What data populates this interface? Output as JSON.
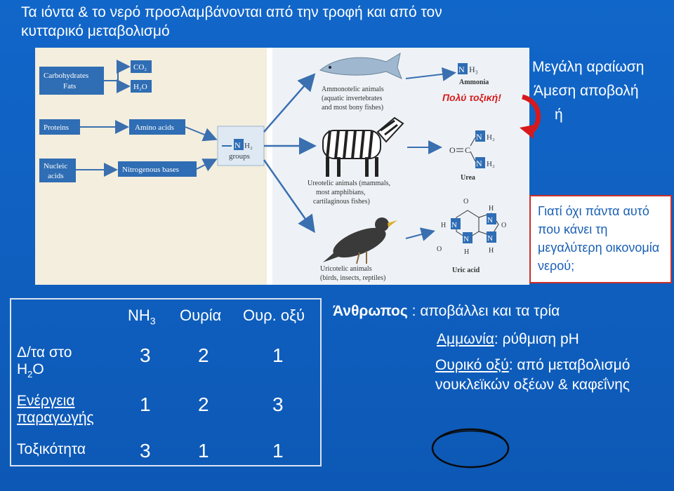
{
  "slide_title": "Τα ιόντα & το νερό προσλαμβάνονται από την τροφή και από τον κυτταρικό μεταβολισμό",
  "diagram": {
    "carbohydrates": "Carbohydrates",
    "fats": "Fats",
    "co2": "CO₂",
    "h2o": "H₂O",
    "proteins": "Proteins",
    "amino_acids": "Amino acids",
    "nucleic": "Nucleic",
    "acids": "acids",
    "nitrogenous_bases": "Nitrogenous bases",
    "nh2": "NH₂",
    "groups": "groups",
    "ammonia_formula": "NH₃",
    "ammonia": "Ammonia",
    "ammonotelic": [
      "Ammonotelic animals",
      "(aquatic invertebrates",
      "and most bony fishes)"
    ],
    "ureotelic": [
      "Ureotelic animals (mammals,",
      "most amphibians,",
      "cartilaginous fishes)"
    ],
    "uricotelic": [
      "Uricotelic animals",
      "(birds, insects, reptiles)"
    ],
    "urea": "Urea",
    "uric_acid": "Uric acid",
    "very_toxic": "Πολύ τοξική!"
  },
  "right_notes": [
    "Μεγάλη αραίωση",
    "Άμεση αποβολή",
    "ή"
  ],
  "question": "Γιατί όχι πάντα αυτό που κάνει τη μεγαλύτερη οικονομία νερού;",
  "table": {
    "headers": [
      "NH",
      "3",
      "Ουρία",
      "Ουρ. οξύ"
    ],
    "row1_label": [
      "Δ/τα στο",
      "H",
      "2",
      "O"
    ],
    "row2_label": [
      "Ενέργεια",
      "παραγωγής"
    ],
    "row3_label": "Τοξικότητα",
    "values": [
      [
        "3",
        "2",
        "1"
      ],
      [
        "1",
        "2",
        "3"
      ],
      [
        "3",
        "1",
        "1"
      ]
    ]
  },
  "human": {
    "lead": "Άνθρωπος",
    "rest": " : αποβάλλει και τα τρία",
    "ammonia_label": "Αμμωνία",
    "ammonia_text": ": ρύθμιση pH",
    "uric_label": "Ουρικό οξύ",
    "uric_text": ": από μεταβολισμό",
    "uric_text2": "νουκλεϊκών οξέων & καφεΐνης"
  },
  "colors": {
    "background": "#1166c9",
    "box_blue": "#2f6db4",
    "arrow": "#3a6fb0",
    "red": "#d7191c"
  }
}
